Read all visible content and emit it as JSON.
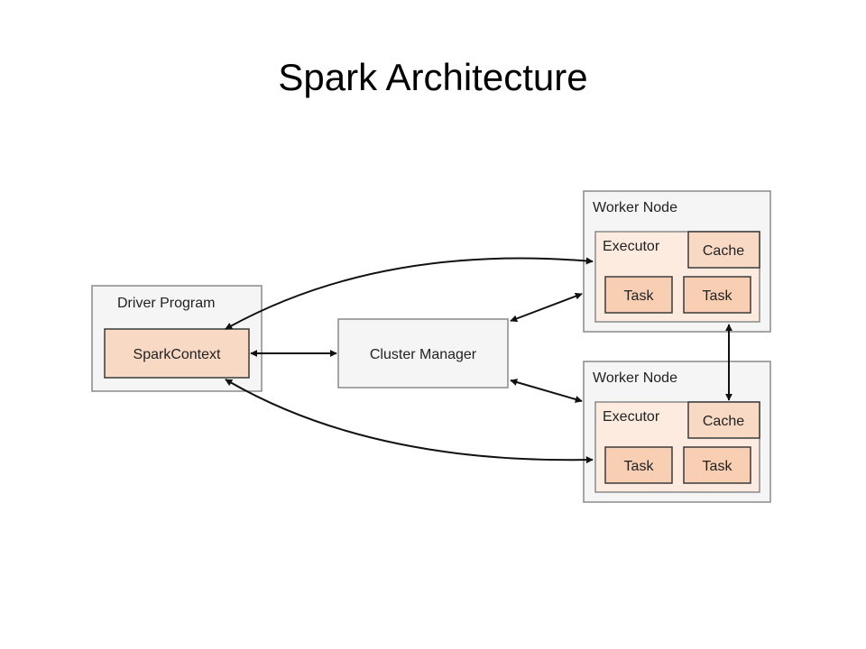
{
  "title": "Spark Architecture",
  "colors": {
    "box_fill": "#f5f5f5",
    "box_stroke": "#8a8a8a",
    "executor_fill": "#fdebe0",
    "task_fill": "#f8cfb3",
    "dark_stroke": "#3a3a3a",
    "arrow": "#111111"
  },
  "diagram": {
    "driver": {
      "label": "Driver Program",
      "context_label": "SparkContext"
    },
    "cluster_manager": {
      "label": "Cluster Manager"
    },
    "workers": [
      {
        "label": "Worker Node",
        "executor_label": "Executor",
        "cache_label": "Cache",
        "tasks": [
          "Task",
          "Task"
        ]
      },
      {
        "label": "Worker Node",
        "executor_label": "Executor",
        "cache_label": "Cache",
        "tasks": [
          "Task",
          "Task"
        ]
      }
    ]
  }
}
